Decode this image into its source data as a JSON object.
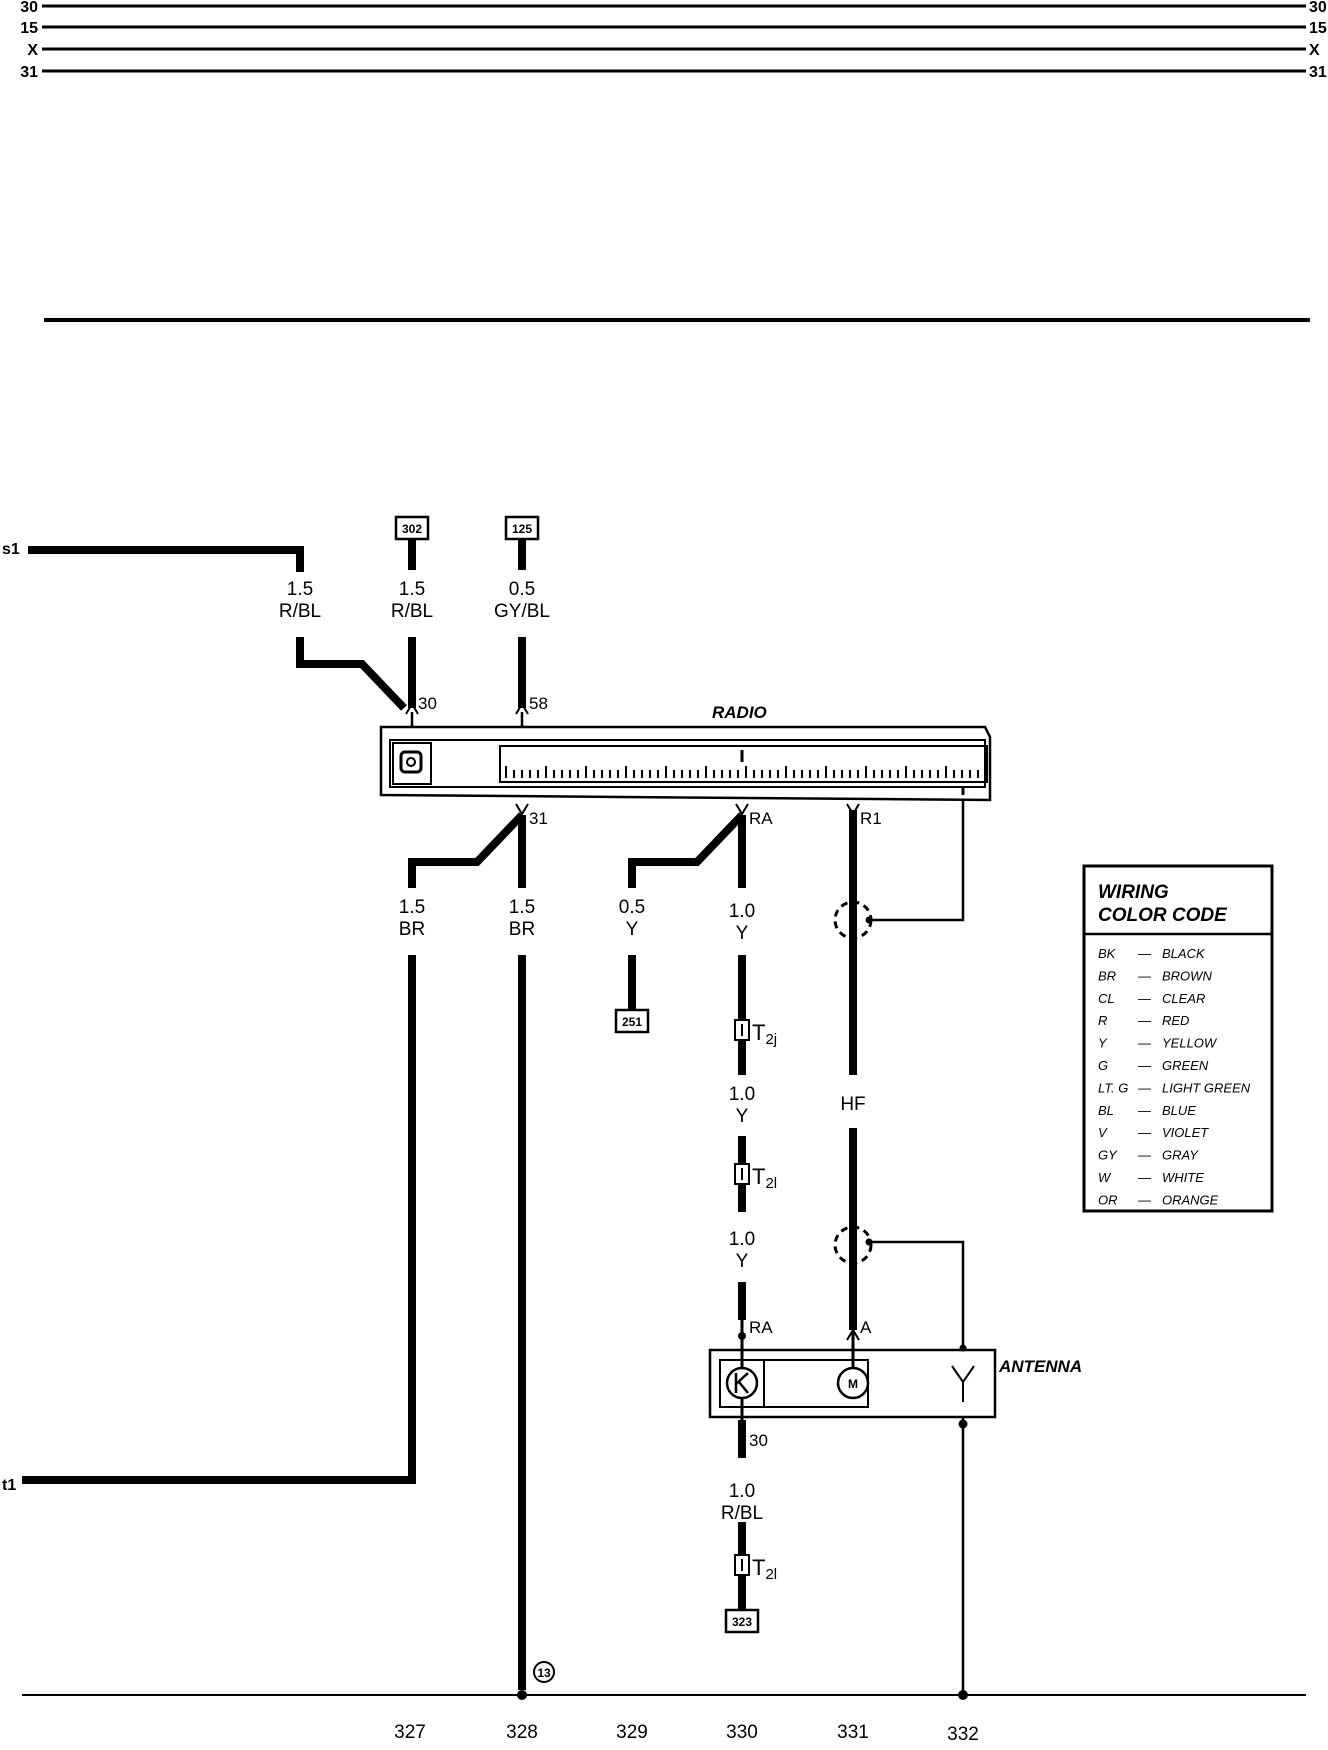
{
  "bus_lines": [
    {
      "label": "30"
    },
    {
      "label": "15"
    },
    {
      "label": "X"
    },
    {
      "label": "31"
    }
  ],
  "side_terminals": {
    "top": "s1",
    "bottom": "t1"
  },
  "components": {
    "radio": {
      "name": "RADIO",
      "pins": {
        "power": "30",
        "lights": "58",
        "ground": "31",
        "ra": "RA",
        "r1": "R1"
      }
    },
    "antenna": {
      "name": "ANTENNA",
      "pins": {
        "ra": "RA",
        "a": "A",
        "power": "30"
      }
    }
  },
  "ref_boxes": {
    "r302": "302",
    "r125": "125",
    "r251": "251",
    "r323": "323"
  },
  "wires": {
    "s1_feed": {
      "size": "1.5",
      "color": "R/BL"
    },
    "from_302": {
      "size": "1.5",
      "color": "R/BL"
    },
    "from_125": {
      "size": "0.5",
      "color": "GY/BL"
    },
    "ground_left": {
      "size": "1.5",
      "color": "BR"
    },
    "ground_main": {
      "size": "1.5",
      "color": "BR"
    },
    "to_251": {
      "size": "0.5",
      "color": "Y"
    },
    "ra_1": {
      "size": "1.0",
      "color": "Y"
    },
    "ra_2": {
      "size": "1.0",
      "color": "Y"
    },
    "ra_3": {
      "size": "1.0",
      "color": "Y"
    },
    "hf": {
      "label": "HF"
    },
    "ant_power": {
      "size": "1.0",
      "color": "R/BL"
    }
  },
  "connectors": {
    "c1": {
      "label": "T",
      "sub": "2j"
    },
    "c2": {
      "label": "T",
      "sub": "2l"
    },
    "c3": {
      "label": "T",
      "sub": "2l"
    }
  },
  "ground_point": "13",
  "columns": [
    "327",
    "328",
    "329",
    "330",
    "331",
    "332"
  ],
  "color_key": {
    "title_line1": "WIRING",
    "title_line2": "COLOR CODE",
    "entries": [
      {
        "code": "BK",
        "name": "BLACK"
      },
      {
        "code": "BR",
        "name": "BROWN"
      },
      {
        "code": "CL",
        "name": "CLEAR"
      },
      {
        "code": "R",
        "name": "RED"
      },
      {
        "code": "Y",
        "name": "YELLOW"
      },
      {
        "code": "G",
        "name": "GREEN"
      },
      {
        "code": "LT. G",
        "name": "LIGHT GREEN"
      },
      {
        "code": "BL",
        "name": "BLUE"
      },
      {
        "code": "V",
        "name": "VIOLET"
      },
      {
        "code": "GY",
        "name": "GRAY"
      },
      {
        "code": "W",
        "name": "WHITE"
      },
      {
        "code": "OR",
        "name": "ORANGE"
      }
    ]
  }
}
